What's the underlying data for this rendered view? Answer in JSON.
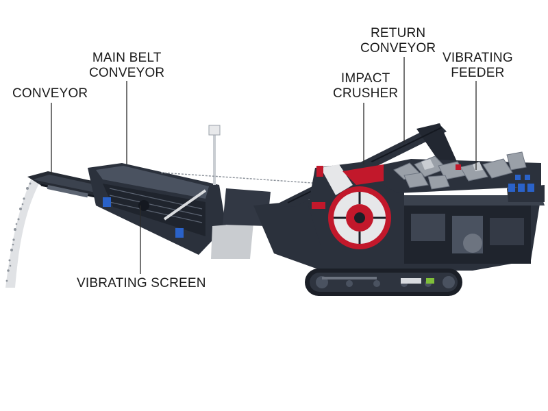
{
  "labels": {
    "conveyor": {
      "lines": [
        "CONVEYOR"
      ]
    },
    "main_belt_conveyor": {
      "lines": [
        "MAIN BELT",
        "CONVEYOR"
      ]
    },
    "vibrating_screen": {
      "lines": [
        "VIBRATING SCREEN"
      ]
    },
    "impact_crusher": {
      "lines": [
        "IMPACT",
        "CRUSHER"
      ]
    },
    "return_conveyor": {
      "lines": [
        "RETURN",
        "CONVEYOR"
      ]
    },
    "vibrating_feeder": {
      "lines": [
        "VIBRATING",
        "FEEDER"
      ]
    }
  },
  "colors": {
    "machine_body": "#2b313c",
    "machine_dark": "#1b1f27",
    "machine_edge": "#4a5260",
    "accent_red": "#c2182b",
    "accent_blue": "#2a62c9",
    "rock": "#9aa0a8",
    "rock_light": "#c9cdd2",
    "leader_line": "#2a2a2a"
  }
}
